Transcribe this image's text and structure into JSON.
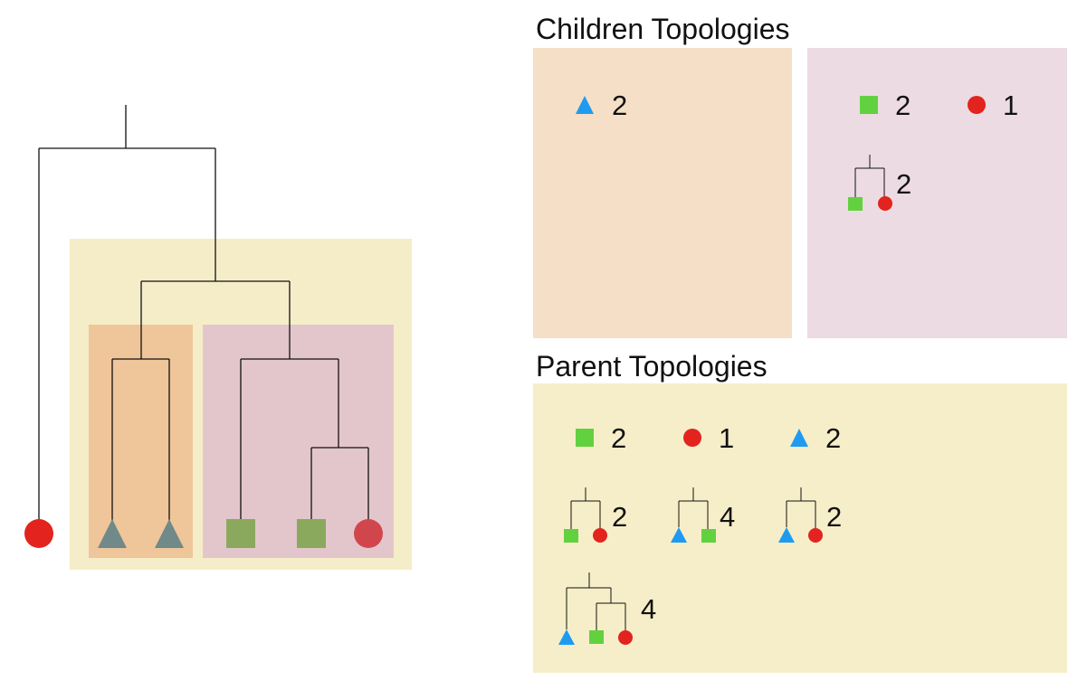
{
  "colors": {
    "panel_parent": "#f6eec8",
    "panel_orange": "#f5dfc6",
    "panel_pink": "#ecdbe2",
    "tree_group": "#f5edc8",
    "tree_orange": "#efc59a",
    "tree_pink": "#e3c6cc",
    "tree_triangle": "#6f8a89",
    "tree_square": "#8ba95d",
    "tree_circle": "#d1464d",
    "root_circle": "#e3231e",
    "icon_green": "#62d13f",
    "icon_red": "#e3231e",
    "icon_blue": "#1e9bf0",
    "line": "#111111"
  },
  "children_topologies": {
    "title": "Children Topologies",
    "orange_panel": {
      "items": [
        {
          "icon": "blue-triangle-icon",
          "count": "2"
        }
      ]
    },
    "pink_panel": {
      "items": [
        {
          "icon": "green-square-icon",
          "count": "2"
        },
        {
          "icon": "red-circle-icon",
          "count": "1"
        },
        {
          "icon": "square-circle-subtree-icon",
          "count": "2"
        }
      ]
    }
  },
  "parent_topologies": {
    "title": "Parent Topologies",
    "items": [
      {
        "icon": "green-square-icon",
        "count": "2"
      },
      {
        "icon": "red-circle-icon",
        "count": "1"
      },
      {
        "icon": "blue-triangle-icon",
        "count": "2"
      },
      {
        "icon": "square-circle-subtree-icon",
        "count": "2"
      },
      {
        "icon": "triangle-square-subtree-icon",
        "count": "4"
      },
      {
        "icon": "triangle-circle-subtree-icon",
        "count": "2"
      },
      {
        "icon": "triangle-square-circle-subtree-icon",
        "count": "4"
      }
    ]
  }
}
